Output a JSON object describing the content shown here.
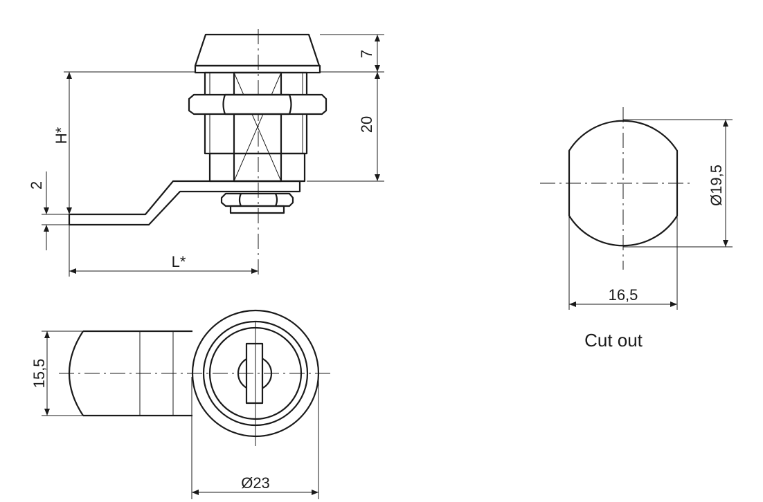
{
  "dimensions": {
    "cap_height": "7",
    "body_height": "20",
    "overall_height": "H*",
    "cam_thickness": "2",
    "cam_length": "L*",
    "cam_width": "15,5",
    "bezel_diameter": "Ø23",
    "cutout_diameter": "Ø19,5",
    "cutout_width": "16,5"
  },
  "cutout_caption": "Cut out"
}
